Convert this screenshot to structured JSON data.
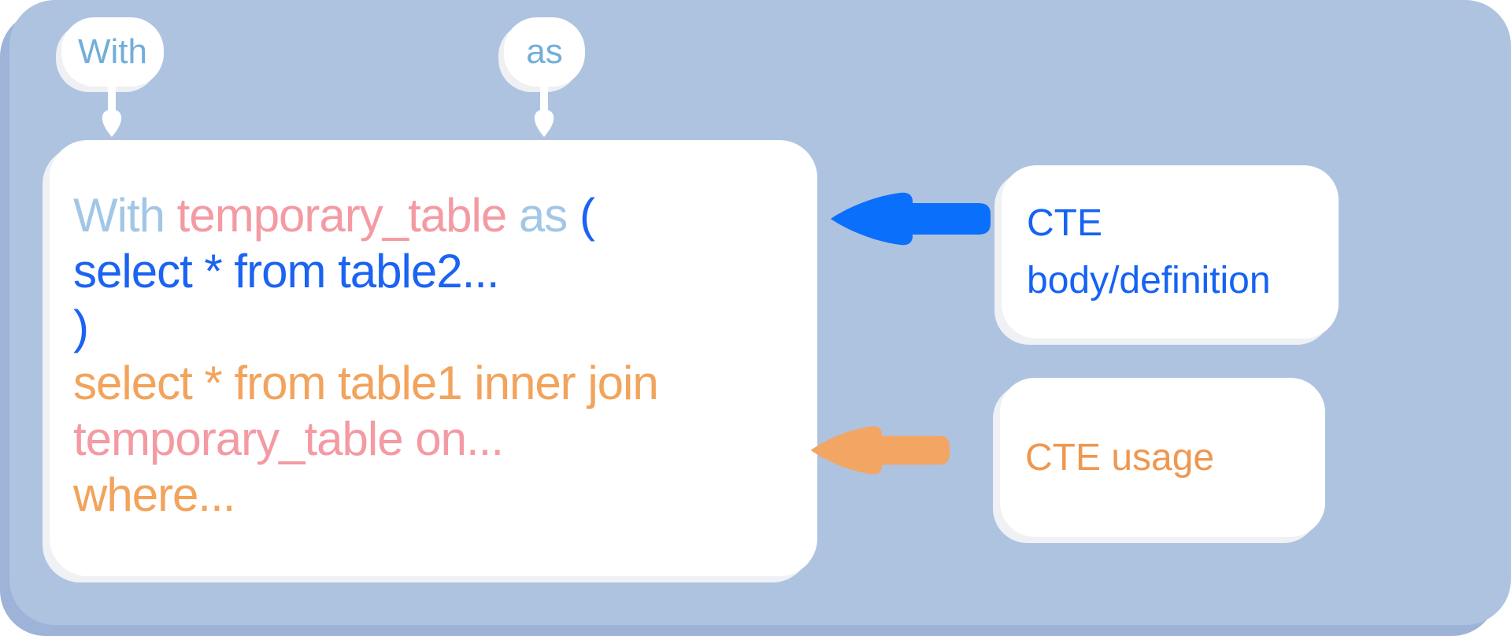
{
  "colors": {
    "background": "#aec3e0",
    "background_shadow": "#9db4d8",
    "card": "#ffffff",
    "card_shadow": "#eff1f4",
    "pill_text": "#72aed9",
    "keyword_light_blue": "#a2c7e6",
    "pink": "#f49aa3",
    "blue": "#1b63f2",
    "orange": "#f2a35c",
    "arrow_blue": "#0a6ffb",
    "arrow_orange": "#f3a564",
    "annotation_blue": "#1463f2",
    "annotation_orange": "#ee9751",
    "pointer_white": "#ffffff"
  },
  "pills": [
    {
      "label": "With"
    },
    {
      "label": "as"
    }
  ],
  "code_card": {
    "lines": [
      {
        "segments": [
          {
            "text": "With ",
            "color": "keyword_light_blue"
          },
          {
            "text": "temporary_table",
            "color": "pink"
          },
          {
            "text": " as ",
            "color": "keyword_light_blue"
          },
          {
            "text": "(",
            "color": "blue"
          }
        ]
      },
      {
        "segments": [
          {
            "text": "select * from table2...",
            "color": "blue"
          }
        ]
      },
      {
        "segments": [
          {
            "text": ")",
            "color": "blue"
          }
        ]
      },
      {
        "segments": [
          {
            "text": "select * from table1 inner join",
            "color": "orange"
          }
        ]
      },
      {
        "segments": [
          {
            "text": "temporary_table on...",
            "color": "pink"
          }
        ]
      },
      {
        "segments": [
          {
            "text": "where...",
            "color": "orange"
          }
        ]
      }
    ]
  },
  "annotations": [
    {
      "lines": [
        "CTE",
        "body/definition"
      ],
      "color": "annotation_blue"
    },
    {
      "lines": [
        "CTE usage"
      ],
      "color": "annotation_orange"
    }
  ]
}
